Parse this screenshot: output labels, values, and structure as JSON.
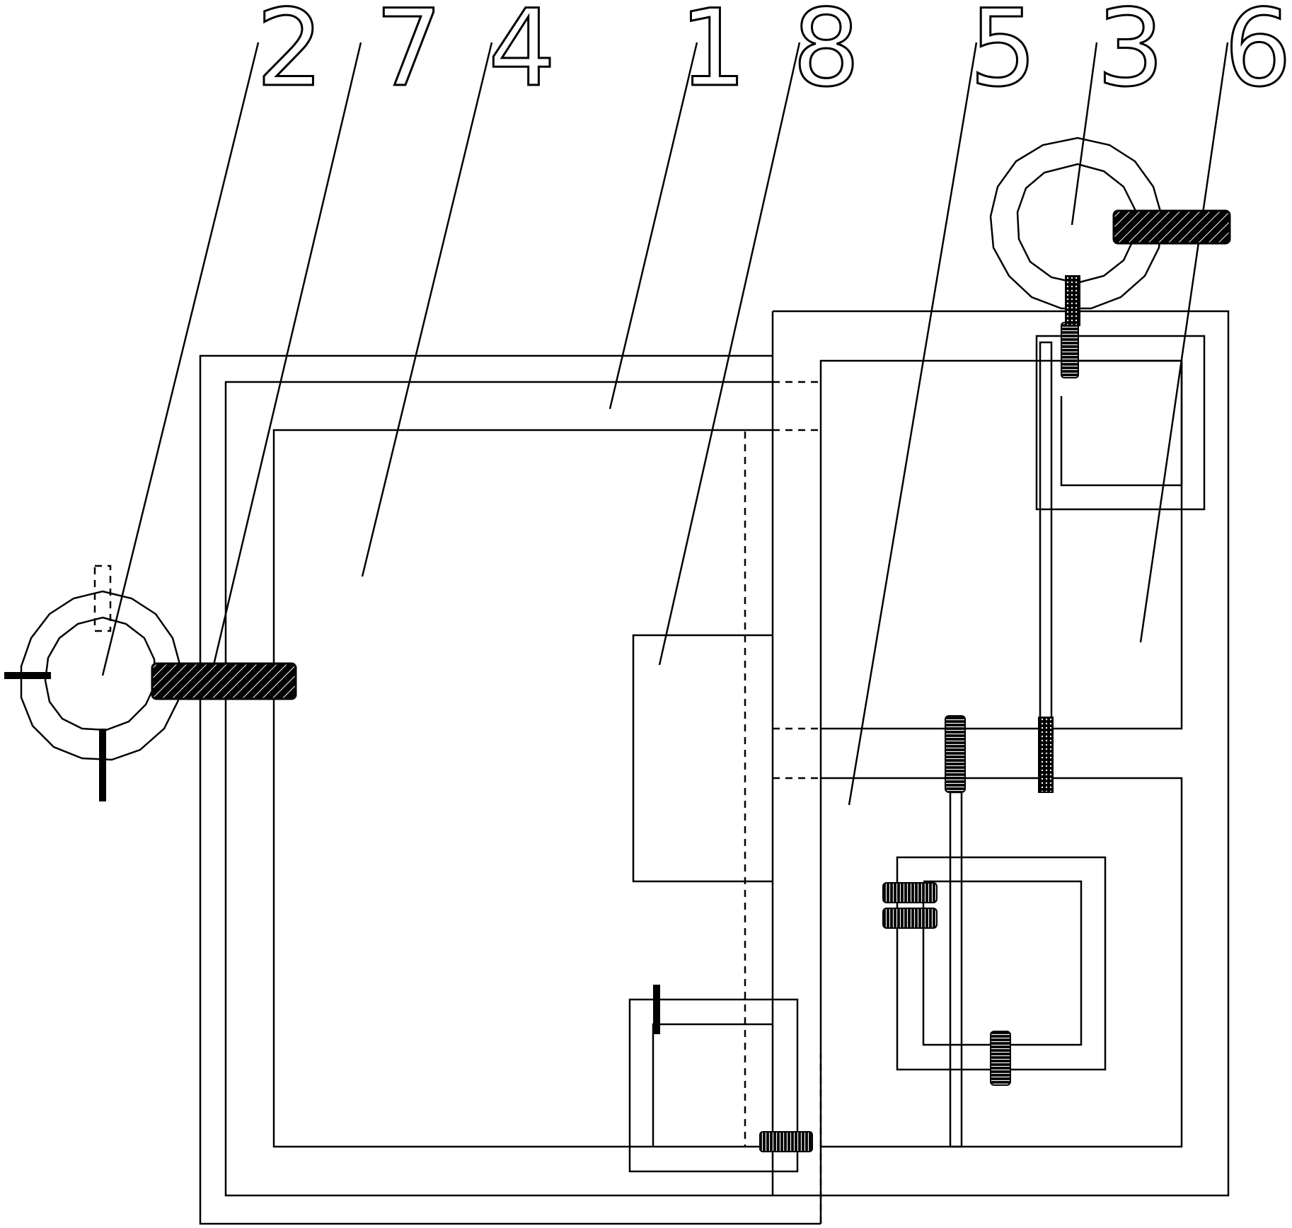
{
  "labels": [
    {
      "id": "label-2",
      "text": "2"
    },
    {
      "id": "label-7",
      "text": "7"
    },
    {
      "id": "label-4",
      "text": "4"
    },
    {
      "id": "label-1",
      "text": "1"
    },
    {
      "id": "label-8",
      "text": "8"
    },
    {
      "id": "label-5",
      "text": "5"
    },
    {
      "id": "label-3",
      "text": "3"
    },
    {
      "id": "label-6",
      "text": "6"
    }
  ],
  "colors": {
    "line": "#000000",
    "background": "#ffffff"
  }
}
